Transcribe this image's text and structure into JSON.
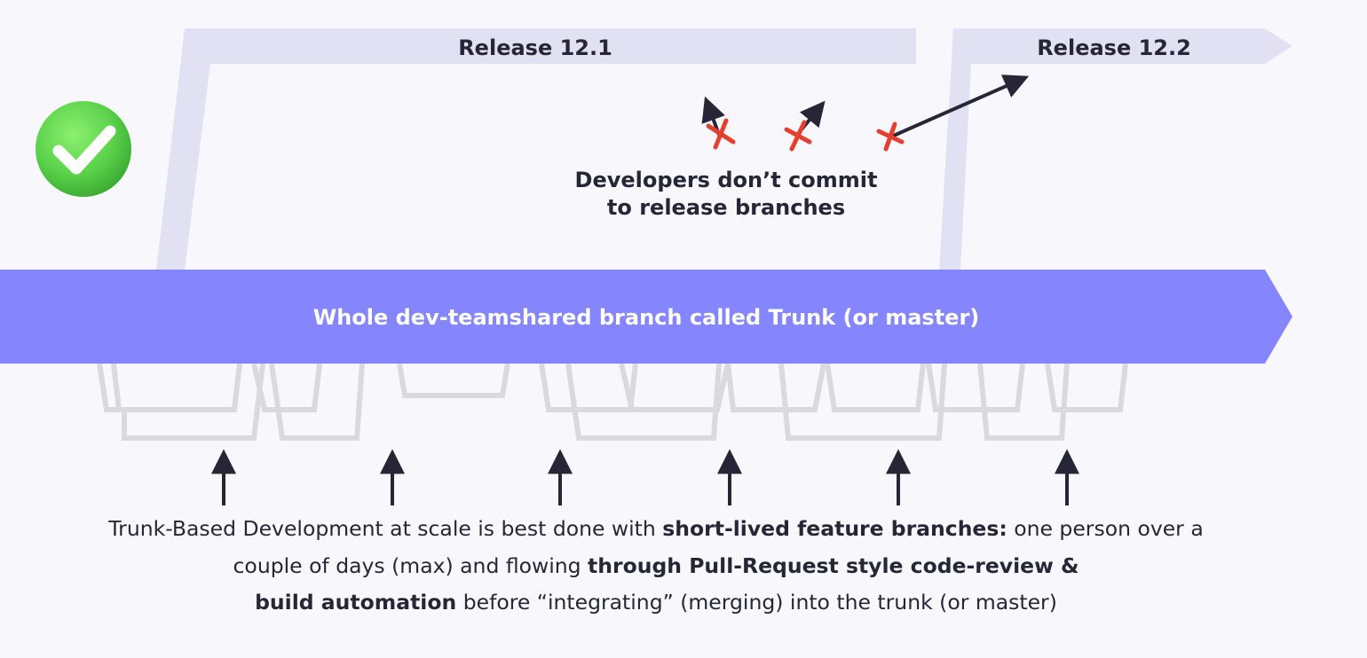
{
  "releases": [
    {
      "label": "Release 12.1"
    },
    {
      "label": "Release 12.2"
    }
  ],
  "trunk": {
    "label": "Whole dev-teamshared branch called Trunk (or master)"
  },
  "dev_note": {
    "line1": "Developers don’t commit",
    "line2": "to release branches"
  },
  "caption": {
    "part1": "Trunk-Based Development at scale is best done with ",
    "part2": "short-lived feature branches:",
    "part3": " one person over a couple of days (max) and flowing ",
    "part4": "through Pull-Request style code-review &",
    "part5": "build automation",
    "part6": " before “integrating” (merging) into the trunk (or master)"
  },
  "status_icon": "check-badge-icon",
  "colors": {
    "background": "#f8f8fc",
    "release_branch": "#e2e1f3",
    "trunk": "#8585fd",
    "feature_branch": "#d9d9de",
    "arrow": "#262637",
    "cross": "#e43f2f",
    "check": "#5fd34c"
  }
}
